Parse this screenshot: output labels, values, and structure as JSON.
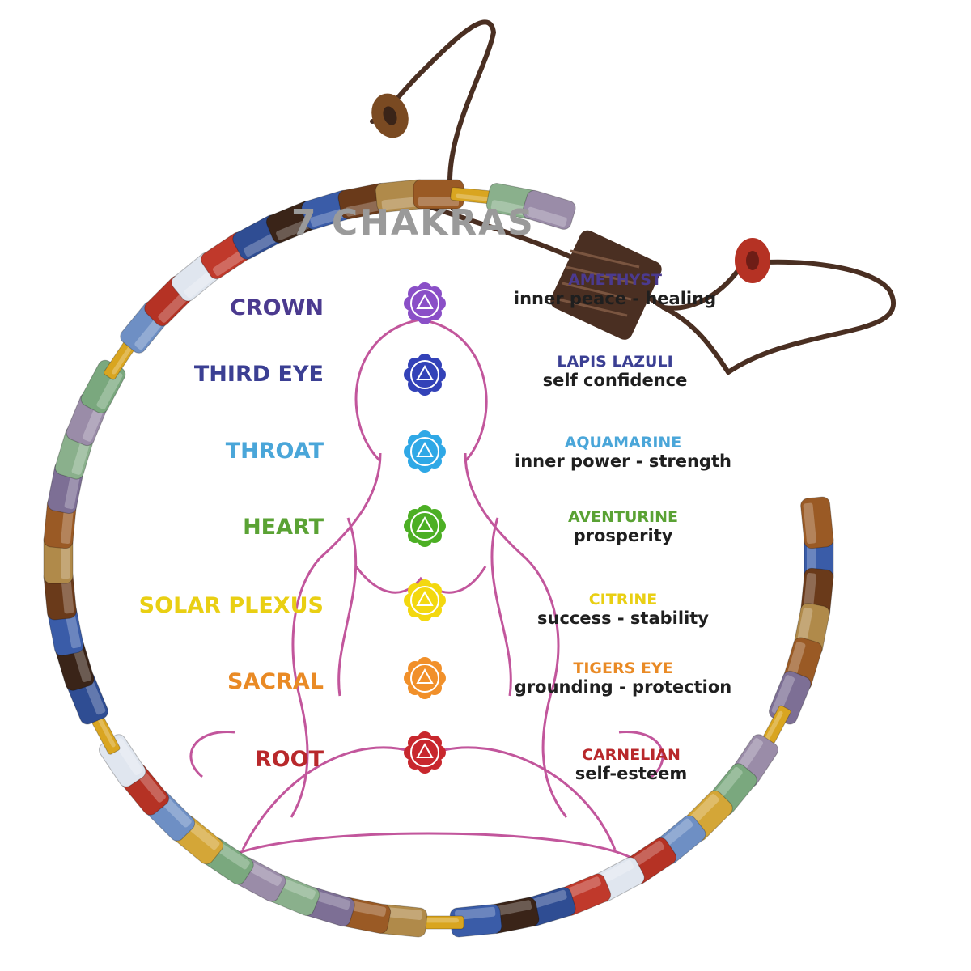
{
  "card": {
    "title": "7 CHAKRAS"
  },
  "chakras": [
    {
      "name": "CROWN",
      "color": "#4b3a8f",
      "stone": "AMETHYST",
      "meaning": "inner peace - healing",
      "icon": "crown-chakra-icon",
      "icon_color": "#8a4fc7"
    },
    {
      "name": "THIRD EYE",
      "color": "#3b3f93",
      "stone": "LAPIS LAZULI",
      "meaning": "self confidence",
      "icon": "third-eye-chakra-icon",
      "icon_color": "#3342b8"
    },
    {
      "name": "THROAT",
      "color": "#4aa6d9",
      "stone": "AQUAMARINE",
      "meaning": "inner power - strength",
      "icon": "throat-chakra-icon",
      "icon_color": "#2fa8e6"
    },
    {
      "name": "HEART",
      "color": "#5aa234",
      "stone": "AVENTURINE",
      "meaning": "prosperity",
      "icon": "heart-chakra-icon",
      "icon_color": "#4caf24"
    },
    {
      "name": "SOLAR PLEXUS",
      "color": "#e9cf13",
      "stone": "CITRINE",
      "meaning": "success - stability",
      "icon": "solar-plexus-chakra-icon",
      "icon_color": "#f3d80f"
    },
    {
      "name": "SACRAL",
      "color": "#e98a25",
      "stone": "TIGERS EYE",
      "meaning": "grounding - protection",
      "icon": "sacral-chakra-icon",
      "icon_color": "#f1902a"
    },
    {
      "name": "ROOT",
      "color": "#b8282b",
      "stone": "CARNELIAN",
      "meaning": "self-esteem",
      "icon": "root-chakra-icon",
      "icon_color": "#c8272d"
    }
  ],
  "bead_colors": [
    "#3a5ca8",
    "#2f4d93",
    "#e0e6ef",
    "#6e8fc4",
    "#7aa87e",
    "#8ab08c",
    "#9a5a25",
    "#6a3a1a",
    "#3a2418",
    "#c0392b",
    "#b53224",
    "#d4a637",
    "#9a8ca8",
    "#7d6f95",
    "#b08a4a"
  ],
  "cord_color": "#4a2f22"
}
